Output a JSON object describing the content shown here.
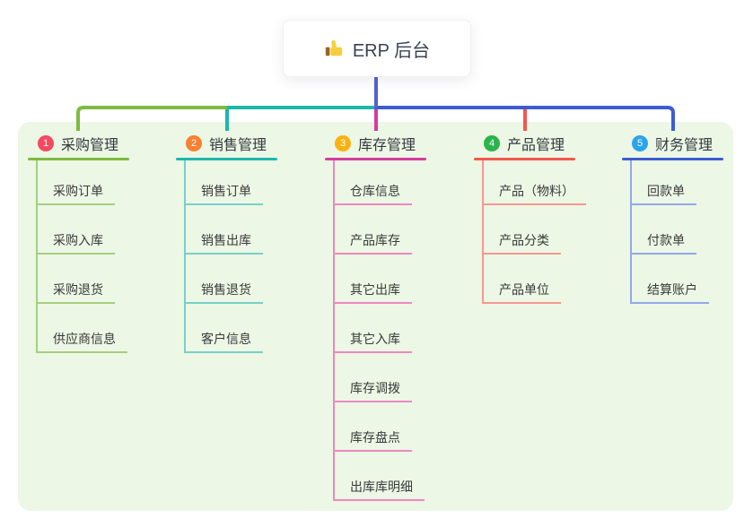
{
  "root": {
    "label": "ERP 后台",
    "icon": "thumbs-up"
  },
  "branches": [
    {
      "num": "1",
      "label": "采购管理",
      "colors": {
        "line": "#7EBB40",
        "child_line": "#A6CF7D",
        "badge": "#F5495F"
      },
      "children": [
        "采购订单",
        "采购入库",
        "采购退货",
        "供应商信息"
      ]
    },
    {
      "num": "2",
      "label": "销售管理",
      "colors": {
        "line": "#1CB8AC",
        "child_line": "#77D0C8",
        "badge": "#F98032"
      },
      "children": [
        "销售订单",
        "销售出库",
        "销售退货",
        "客户信息"
      ]
    },
    {
      "num": "3",
      "label": "库存管理",
      "colors": {
        "line": "#D63B9E",
        "child_line": "#EE87C2",
        "badge": "#FAB212"
      },
      "children": [
        "仓库信息",
        "产品库存",
        "其它出库",
        "其它入库",
        "库存调拨",
        "库存盘点",
        "出库库明细"
      ]
    },
    {
      "num": "4",
      "label": "产品管理",
      "colors": {
        "line": "#F4574D",
        "child_line": "#F79791",
        "badge": "#2CB34B"
      },
      "children": [
        "产品（物料）",
        "产品分类",
        "产品单位"
      ]
    },
    {
      "num": "5",
      "label": "财务管理",
      "colors": {
        "line": "#3D5BD3",
        "child_line": "#93A8E6",
        "badge": "#2AA4EC"
      },
      "children": [
        "回款单",
        "付款单",
        "结算账户"
      ]
    }
  ],
  "connector_colors": {
    "root_drop": "#5362CE",
    "panel_bg": "#ECF7E5"
  }
}
